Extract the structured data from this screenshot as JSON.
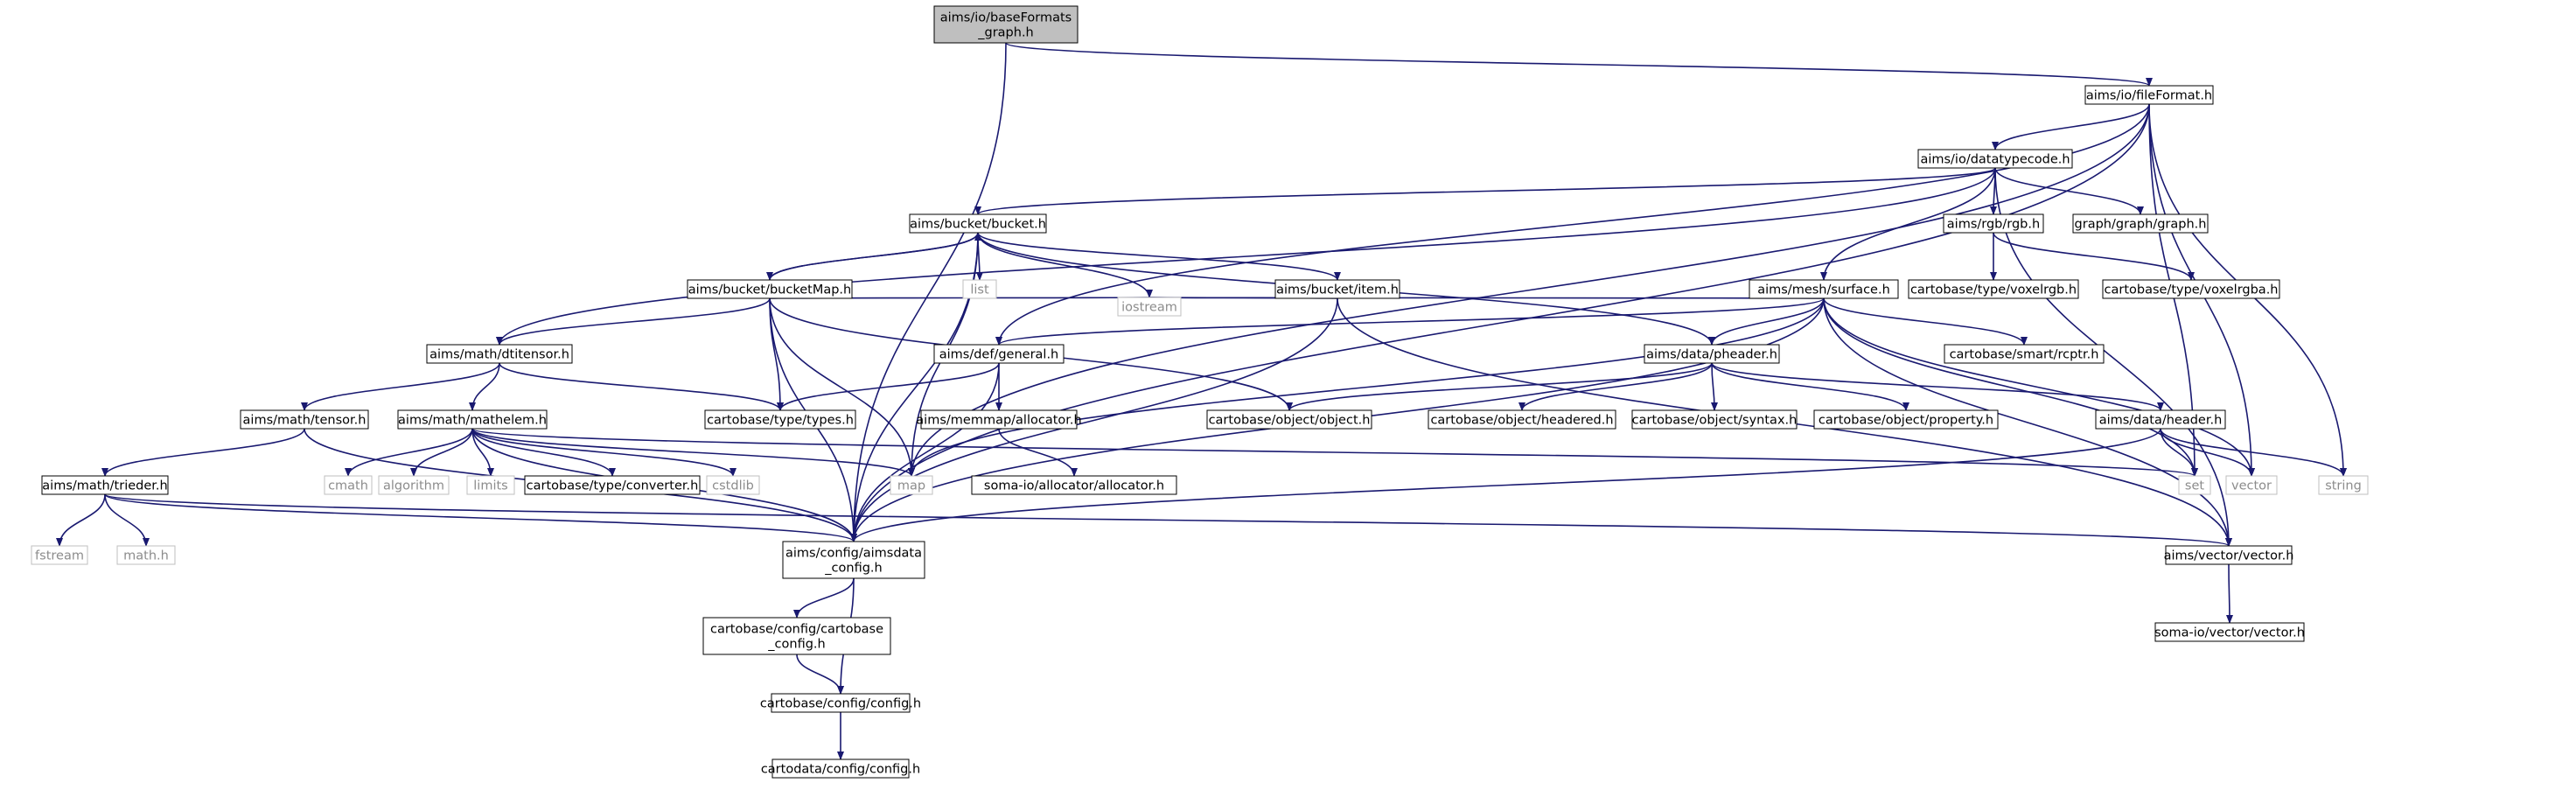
{
  "colors": {
    "edge": "#191970",
    "node_border": "#000000",
    "external_border": "#bfbfbf",
    "external_text": "#8c8c8c",
    "root_fill": "#bfbfbf",
    "node_fill": "#ffffff"
  },
  "nodes": [
    {
      "id": "root",
      "lines": [
        "aims/io/baseFormats",
        "_graph.h"
      ],
      "kind": "root"
    },
    {
      "id": "fileformat",
      "lines": [
        "aims/io/fileFormat.h"
      ],
      "kind": "file"
    },
    {
      "id": "datatype",
      "lines": [
        "aims/io/datatypecode.h"
      ],
      "kind": "file"
    },
    {
      "id": "bucket",
      "lines": [
        "aims/bucket/bucket.h"
      ],
      "kind": "file"
    },
    {
      "id": "rgb",
      "lines": [
        "aims/rgb/rgb.h"
      ],
      "kind": "file"
    },
    {
      "id": "graphgraph",
      "lines": [
        "graph/graph/graph.h"
      ],
      "kind": "file"
    },
    {
      "id": "list",
      "lines": [
        "list"
      ],
      "kind": "external"
    },
    {
      "id": "bucketmap",
      "lines": [
        "aims/bucket/bucketMap.h"
      ],
      "kind": "file"
    },
    {
      "id": "item",
      "lines": [
        "aims/bucket/item.h"
      ],
      "kind": "file"
    },
    {
      "id": "surface",
      "lines": [
        "aims/mesh/surface.h"
      ],
      "kind": "file"
    },
    {
      "id": "voxelrgb",
      "lines": [
        "cartobase/type/voxelrgb.h"
      ],
      "kind": "file"
    },
    {
      "id": "voxelrgba",
      "lines": [
        "cartobase/type/voxelrgba.h"
      ],
      "kind": "file"
    },
    {
      "id": "dtitensor",
      "lines": [
        "aims/math/dtitensor.h"
      ],
      "kind": "file"
    },
    {
      "id": "iostream",
      "lines": [
        "iostream"
      ],
      "kind": "external"
    },
    {
      "id": "general",
      "lines": [
        "aims/def/general.h"
      ],
      "kind": "file"
    },
    {
      "id": "pheader",
      "lines": [
        "aims/data/pheader.h"
      ],
      "kind": "file"
    },
    {
      "id": "rcptr",
      "lines": [
        "cartobase/smart/rcptr.h"
      ],
      "kind": "file"
    },
    {
      "id": "tensor",
      "lines": [
        "aims/math/tensor.h"
      ],
      "kind": "file"
    },
    {
      "id": "mathelem",
      "lines": [
        "aims/math/mathelem.h"
      ],
      "kind": "file"
    },
    {
      "id": "types",
      "lines": [
        "cartobase/type/types.h"
      ],
      "kind": "file"
    },
    {
      "id": "memmap",
      "lines": [
        "aims/memmap/allocator.h"
      ],
      "kind": "file"
    },
    {
      "id": "object",
      "lines": [
        "cartobase/object/object.h"
      ],
      "kind": "file"
    },
    {
      "id": "headered",
      "lines": [
        "cartobase/object/headered.h"
      ],
      "kind": "file"
    },
    {
      "id": "syntax",
      "lines": [
        "cartobase/object/syntax.h"
      ],
      "kind": "file"
    },
    {
      "id": "property",
      "lines": [
        "cartobase/object/property.h"
      ],
      "kind": "file"
    },
    {
      "id": "header",
      "lines": [
        "aims/data/header.h"
      ],
      "kind": "file"
    },
    {
      "id": "trieder",
      "lines": [
        "aims/math/trieder.h"
      ],
      "kind": "file"
    },
    {
      "id": "cmath",
      "lines": [
        "cmath"
      ],
      "kind": "external"
    },
    {
      "id": "algorithm",
      "lines": [
        "algorithm"
      ],
      "kind": "external"
    },
    {
      "id": "limits",
      "lines": [
        "limits"
      ],
      "kind": "external"
    },
    {
      "id": "converter",
      "lines": [
        "cartobase/type/converter.h"
      ],
      "kind": "file"
    },
    {
      "id": "cstdlib",
      "lines": [
        "cstdlib"
      ],
      "kind": "external"
    },
    {
      "id": "map",
      "lines": [
        "map"
      ],
      "kind": "external"
    },
    {
      "id": "somaalloc",
      "lines": [
        "soma-io/allocator/allocator.h"
      ],
      "kind": "file"
    },
    {
      "id": "set",
      "lines": [
        "set"
      ],
      "kind": "external"
    },
    {
      "id": "vector",
      "lines": [
        "vector"
      ],
      "kind": "external"
    },
    {
      "id": "string",
      "lines": [
        "string"
      ],
      "kind": "external"
    },
    {
      "id": "fstream",
      "lines": [
        "fstream"
      ],
      "kind": "external"
    },
    {
      "id": "mathh",
      "lines": [
        "math.h"
      ],
      "kind": "external"
    },
    {
      "id": "aimsdata",
      "lines": [
        "aims/config/aimsdata",
        "_config.h"
      ],
      "kind": "file"
    },
    {
      "id": "vectorh",
      "lines": [
        "aims/vector/vector.h"
      ],
      "kind": "file"
    },
    {
      "id": "cbconfig",
      "lines": [
        "cartobase/config/cartobase",
        "_config.h"
      ],
      "kind": "file"
    },
    {
      "id": "somavector",
      "lines": [
        "soma-io/vector/vector.h"
      ],
      "kind": "file"
    },
    {
      "id": "config",
      "lines": [
        "cartobase/config/config.h"
      ],
      "kind": "file"
    },
    {
      "id": "cdconfig",
      "lines": [
        "cartodata/config/config.h"
      ],
      "kind": "file"
    }
  ],
  "edges": [
    [
      "root",
      "fileformat"
    ],
    [
      "root",
      "aimsdata"
    ],
    [
      "fileformat",
      "datatype"
    ],
    [
      "fileformat",
      "general"
    ],
    [
      "fileformat",
      "map"
    ],
    [
      "fileformat",
      "set"
    ],
    [
      "fileformat",
      "vector"
    ],
    [
      "fileformat",
      "string"
    ],
    [
      "fileformat",
      "aimsdata"
    ],
    [
      "datatype",
      "bucket"
    ],
    [
      "datatype",
      "rgb"
    ],
    [
      "datatype",
      "graphgraph"
    ],
    [
      "datatype",
      "surface"
    ],
    [
      "datatype",
      "dtitensor"
    ],
    [
      "datatype",
      "vectorh"
    ],
    [
      "bucket",
      "list"
    ],
    [
      "bucket",
      "bucketmap"
    ],
    [
      "bucket",
      "item"
    ],
    [
      "bucket",
      "iostream"
    ],
    [
      "bucket",
      "map"
    ],
    [
      "bucket",
      "pheader"
    ],
    [
      "bucket",
      "aimsdata"
    ],
    [
      "bucketmap",
      "bucket"
    ],
    [
      "bucketmap",
      "dtitensor"
    ],
    [
      "bucketmap",
      "types"
    ],
    [
      "bucketmap",
      "iostream"
    ],
    [
      "bucketmap",
      "map"
    ],
    [
      "bucketmap",
      "object"
    ],
    [
      "bucketmap",
      "aimsdata"
    ],
    [
      "item",
      "iostream"
    ],
    [
      "item",
      "aimsdata"
    ],
    [
      "item",
      "vectorh"
    ],
    [
      "rgb",
      "voxelrgb"
    ],
    [
      "rgb",
      "voxelrgba"
    ],
    [
      "surface",
      "iostream"
    ],
    [
      "surface",
      "general"
    ],
    [
      "surface",
      "pheader"
    ],
    [
      "surface",
      "rcptr"
    ],
    [
      "surface",
      "map"
    ],
    [
      "surface",
      "set"
    ],
    [
      "surface",
      "vector"
    ],
    [
      "surface",
      "vectorh"
    ],
    [
      "surface",
      "aimsdata"
    ],
    [
      "dtitensor",
      "tensor"
    ],
    [
      "dtitensor",
      "mathelem"
    ],
    [
      "dtitensor",
      "types"
    ],
    [
      "general",
      "types"
    ],
    [
      "general",
      "memmap"
    ],
    [
      "general",
      "aimsdata"
    ],
    [
      "pheader",
      "object"
    ],
    [
      "pheader",
      "headered"
    ],
    [
      "pheader",
      "syntax"
    ],
    [
      "pheader",
      "property"
    ],
    [
      "pheader",
      "header"
    ],
    [
      "tensor",
      "trieder"
    ],
    [
      "tensor",
      "aimsdata"
    ],
    [
      "mathelem",
      "cmath"
    ],
    [
      "mathelem",
      "algorithm"
    ],
    [
      "mathelem",
      "limits"
    ],
    [
      "mathelem",
      "converter"
    ],
    [
      "mathelem",
      "cstdlib"
    ],
    [
      "mathelem",
      "map"
    ],
    [
      "mathelem",
      "aimsdata"
    ],
    [
      "mathelem",
      "set"
    ],
    [
      "memmap",
      "somaalloc"
    ],
    [
      "header",
      "set"
    ],
    [
      "header",
      "vector"
    ],
    [
      "header",
      "string"
    ],
    [
      "header",
      "aimsdata"
    ],
    [
      "trieder",
      "fstream"
    ],
    [
      "trieder",
      "mathh"
    ],
    [
      "trieder",
      "aimsdata"
    ],
    [
      "trieder",
      "vectorh"
    ],
    [
      "aimsdata",
      "cbconfig"
    ],
    [
      "aimsdata",
      "config"
    ],
    [
      "cbconfig",
      "config"
    ],
    [
      "config",
      "cdconfig"
    ],
    [
      "vectorh",
      "somavector"
    ]
  ]
}
